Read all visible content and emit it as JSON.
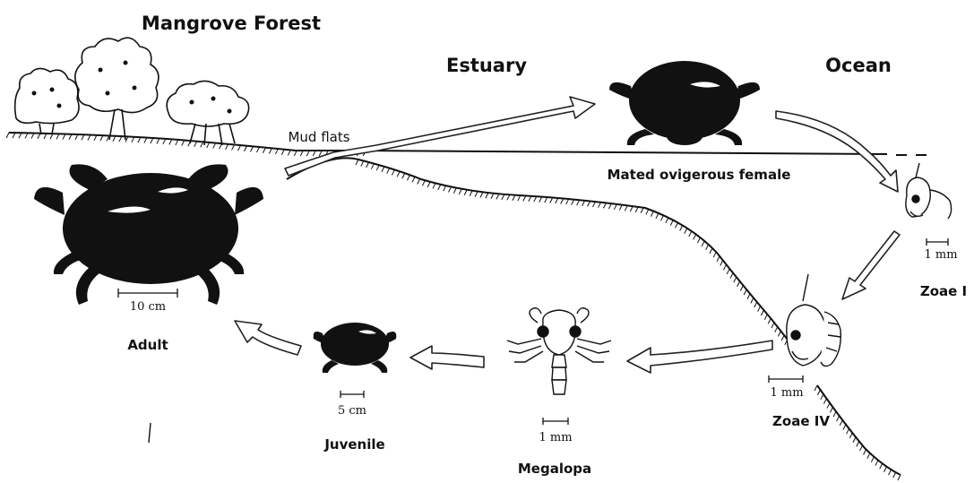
{
  "zones": {
    "mangrove": "Mangrove Forest",
    "estuary": "Estuary",
    "ocean": "Ocean",
    "mudflats": "Mud flats"
  },
  "stages": {
    "female": {
      "label": "Mated ovigerous female"
    },
    "zoea1": {
      "label": "Zoae I",
      "scale": "1 mm"
    },
    "zoea4": {
      "label": "Zoae IV",
      "scale": "1 mm"
    },
    "megalopa": {
      "label": "Megalopa",
      "scale": "1 mm"
    },
    "juvenile": {
      "label": "Juvenile",
      "scale": "5 cm"
    },
    "adult": {
      "label": "Adult",
      "scale": "10 cm"
    }
  },
  "colors": {
    "ink": "#111111",
    "paper": "#ffffff"
  }
}
